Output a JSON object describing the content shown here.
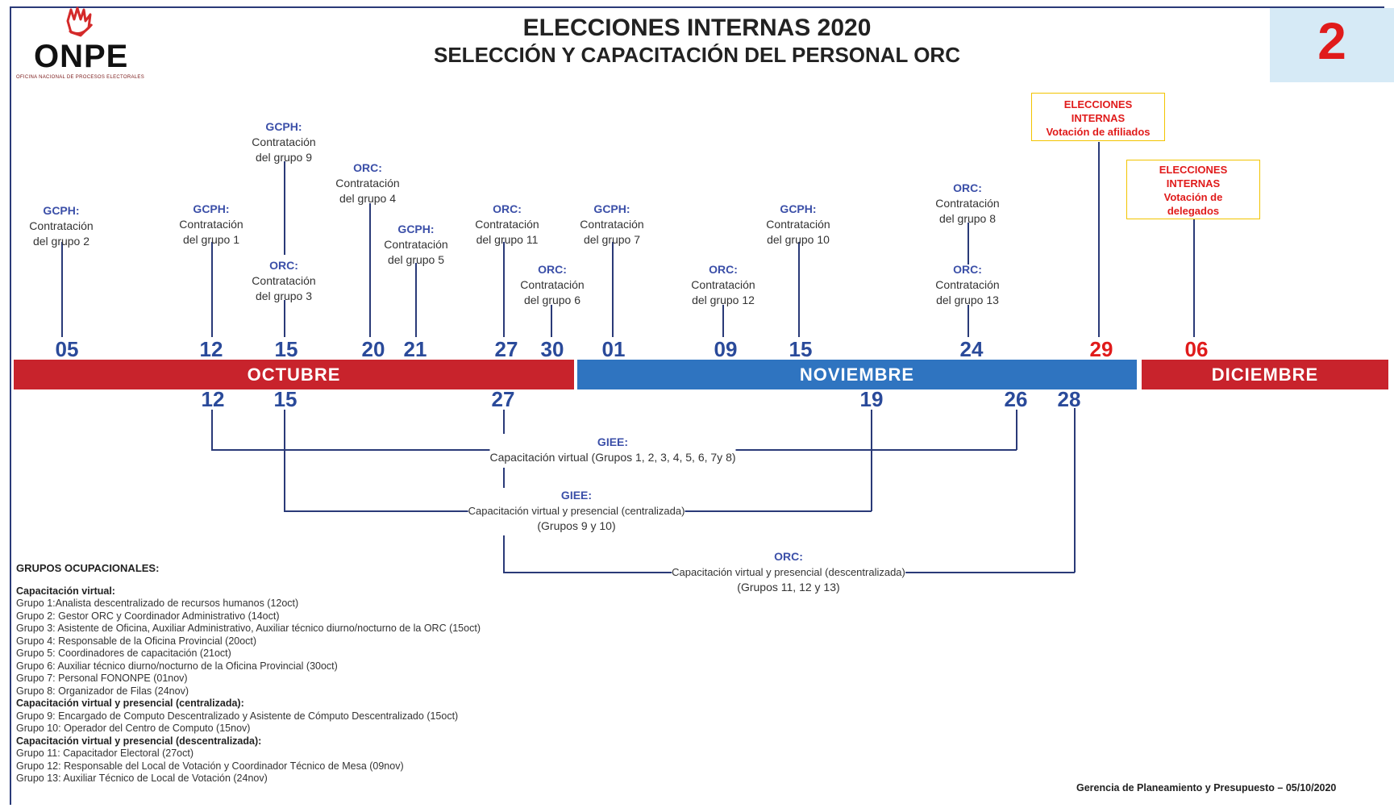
{
  "header": {
    "title": "ELECCIONES INTERNAS 2020",
    "subtitle": "SELECCIÓN Y CAPACITACIÓN DEL PERSONAL ORC",
    "page_number": "2",
    "logo_text": "ONPE",
    "logo_subtext": "OFICINA NACIONAL DE PROCESOS ELECTORALES"
  },
  "months": [
    {
      "label": "OCTUBRE",
      "color": "#c8232c"
    },
    {
      "label": "NOVIEMBRE",
      "color": "#2f74c0"
    },
    {
      "label": "DICIEMBRE",
      "color": "#c8232c"
    }
  ],
  "top_dates": [
    "05",
    "12",
    "15",
    "20",
    "21",
    "27",
    "30",
    "01",
    "09",
    "15",
    "24",
    "29",
    "06"
  ],
  "bottom_dates": [
    "12",
    "15",
    "27",
    "19",
    "26",
    "28"
  ],
  "callouts": [
    {
      "head": "GCPH:",
      "text1": "Contratación",
      "text2": "del grupo 2"
    },
    {
      "head": "GCPH:",
      "text1": "Contratación",
      "text2": "del grupo 1"
    },
    {
      "head": "GCPH:",
      "text1": "Contratación",
      "text2": "del grupo 9"
    },
    {
      "head": "ORC:",
      "text1": "Contratación",
      "text2": "del grupo 3"
    },
    {
      "head": "ORC:",
      "text1": "Contratación",
      "text2": "del grupo 4"
    },
    {
      "head": "GCPH:",
      "text1": "Contratación",
      "text2": "del grupo 5"
    },
    {
      "head": "ORC:",
      "text1": "Contratación",
      "text2": "del grupo 11"
    },
    {
      "head": "ORC:",
      "text1": "Contratación",
      "text2": "del grupo 6"
    },
    {
      "head": "GCPH:",
      "text1": "Contratación",
      "text2": "del grupo 7"
    },
    {
      "head": "ORC:",
      "text1": "Contratación",
      "text2": "del grupo 12"
    },
    {
      "head": "GCPH:",
      "text1": "Contratación",
      "text2": "del grupo 10"
    },
    {
      "head": "ORC:",
      "text1": "Contratación",
      "text2": "del grupo 8"
    },
    {
      "head": "ORC:",
      "text1": "Contratación",
      "text2": "del grupo 13"
    }
  ],
  "election_boxes": [
    {
      "line1": "ELECCIONES",
      "line2": "INTERNAS",
      "line3": "Votación de afiliados"
    },
    {
      "line1": "ELECCIONES",
      "line2": "INTERNAS",
      "line3": "Votación de",
      "line4": "delegados"
    }
  ],
  "trainings": [
    {
      "head": "GIEE:",
      "text1": "Capacitación virtual (Grupos 1, 2, 3, 4, 5, 6, 7y 8)"
    },
    {
      "head": "GIEE:",
      "text1": "Capacitación virtual y presencial (centralizada)",
      "text2": "(Grupos 9 y 10)"
    },
    {
      "head": "ORC:",
      "text1": "Capacitación virtual y presencial (descentralizada)",
      "text2": "(Grupos 11, 12 y 13)"
    }
  ],
  "groups_section": {
    "heading": "GRUPOS OCUPACIONALES:",
    "sections": [
      {
        "title": "Capacitación virtual:",
        "items": [
          "Grupo 1:Analista descentralizado de recursos humanos  (12oct)",
          "Grupo 2: Gestor ORC y Coordinador Administrativo  (14oct)",
          "Grupo 3: Asistente de Oficina, Auxiliar Administrativo, Auxiliar técnico diurno/nocturno de la ORC (15oct)",
          "Grupo 4: Responsable de la Oficina Provincial (20oct)",
          "Grupo 5: Coordinadores de capacitación (21oct)",
          "Grupo 6: Auxiliar técnico diurno/nocturno de la Oficina Provincial (30oct)",
          "Grupo 7: Personal FONONPE (01nov)",
          "Grupo 8: Organizador de Filas (24nov)"
        ]
      },
      {
        "title": "Capacitación virtual y presencial (centralizada):",
        "items": [
          "Grupo 9: Encargado de Computo Descentralizado y Asistente de Cómputo Descentralizado (15oct)",
          "Grupo 10: Operador del Centro de Computo (15nov)"
        ]
      },
      {
        "title": "Capacitación virtual y presencial (descentralizada):",
        "items": [
          "Grupo 11: Capacitador Electoral (27oct)",
          "Grupo 12: Responsable del Local de Votación y Coordinador Técnico de Mesa (09nov)",
          "Grupo 13: Auxiliar Técnico de Local de Votación  (24nov)"
        ]
      }
    ]
  },
  "footer": "Gerencia de Planeamiento y Presupuesto – 05/10/2020"
}
